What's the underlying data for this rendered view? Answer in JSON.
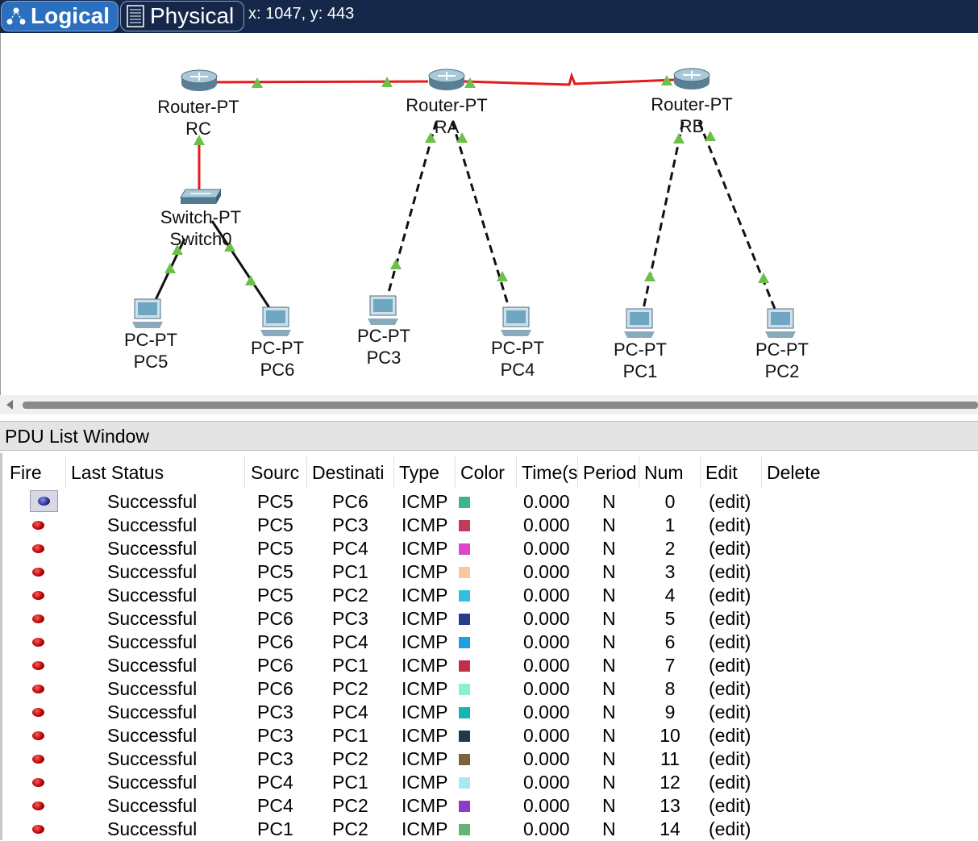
{
  "tabs": {
    "logical": "Logical",
    "physical": "Physical"
  },
  "cursor_coords": "x: 1047, y: 443",
  "topology": {
    "routers": [
      {
        "type": "Router-PT",
        "name": "RC"
      },
      {
        "type": "Router-PT",
        "name": "RA"
      },
      {
        "type": "Router-PT",
        "name": "RB"
      }
    ],
    "switch": {
      "type": "Switch-PT",
      "name": "Switch0"
    },
    "pcs": [
      {
        "type": "PC-PT",
        "name": "PC5"
      },
      {
        "type": "PC-PT",
        "name": "PC6"
      },
      {
        "type": "PC-PT",
        "name": "PC3"
      },
      {
        "type": "PC-PT",
        "name": "PC4"
      },
      {
        "type": "PC-PT",
        "name": "PC1"
      },
      {
        "type": "PC-PT",
        "name": "PC2"
      }
    ]
  },
  "pdu_window": {
    "title": "PDU List Window",
    "headers": [
      "Fire",
      "Last Status",
      "Sourc",
      "Destinati",
      "Type",
      "Color",
      "Time(s",
      "Period",
      "Num",
      "Edit",
      "Delete"
    ],
    "rows": [
      {
        "status": "Successful",
        "source": "PC5",
        "dest": "PC6",
        "type": "ICMP",
        "color": "#3cb48c",
        "time": "0.000",
        "periodic": "N",
        "num": "0",
        "edit": "(edit)"
      },
      {
        "status": "Successful",
        "source": "PC5",
        "dest": "PC3",
        "type": "ICMP",
        "color": "#c03c5a",
        "time": "0.000",
        "periodic": "N",
        "num": "1",
        "edit": "(edit)"
      },
      {
        "status": "Successful",
        "source": "PC5",
        "dest": "PC4",
        "type": "ICMP",
        "color": "#dc46c8",
        "time": "0.000",
        "periodic": "N",
        "num": "2",
        "edit": "(edit)"
      },
      {
        "status": "Successful",
        "source": "PC5",
        "dest": "PC1",
        "type": "ICMP",
        "color": "#f8c8a0",
        "time": "0.000",
        "periodic": "N",
        "num": "3",
        "edit": "(edit)"
      },
      {
        "status": "Successful",
        "source": "PC5",
        "dest": "PC2",
        "type": "ICMP",
        "color": "#32bedc",
        "time": "0.000",
        "periodic": "N",
        "num": "4",
        "edit": "(edit)"
      },
      {
        "status": "Successful",
        "source": "PC6",
        "dest": "PC3",
        "type": "ICMP",
        "color": "#283c8c",
        "time": "0.000",
        "periodic": "N",
        "num": "5",
        "edit": "(edit)"
      },
      {
        "status": "Successful",
        "source": "PC6",
        "dest": "PC4",
        "type": "ICMP",
        "color": "#1ea0e6",
        "time": "0.000",
        "periodic": "N",
        "num": "6",
        "edit": "(edit)"
      },
      {
        "status": "Successful",
        "source": "PC6",
        "dest": "PC1",
        "type": "ICMP",
        "color": "#c0304a",
        "time": "0.000",
        "periodic": "N",
        "num": "7",
        "edit": "(edit)"
      },
      {
        "status": "Successful",
        "source": "PC6",
        "dest": "PC2",
        "type": "ICMP",
        "color": "#8cf0c8",
        "time": "0.000",
        "periodic": "N",
        "num": "8",
        "edit": "(edit)"
      },
      {
        "status": "Successful",
        "source": "PC3",
        "dest": "PC4",
        "type": "ICMP",
        "color": "#14b4b4",
        "time": "0.000",
        "periodic": "N",
        "num": "9",
        "edit": "(edit)"
      },
      {
        "status": "Successful",
        "source": "PC3",
        "dest": "PC1",
        "type": "ICMP",
        "color": "#1e3c46",
        "time": "0.000",
        "periodic": "N",
        "num": "10",
        "edit": "(edit)"
      },
      {
        "status": "Successful",
        "source": "PC3",
        "dest": "PC2",
        "type": "ICMP",
        "color": "#7a643c",
        "time": "0.000",
        "periodic": "N",
        "num": "11",
        "edit": "(edit)"
      },
      {
        "status": "Successful",
        "source": "PC4",
        "dest": "PC1",
        "type": "ICMP",
        "color": "#aae6f8",
        "time": "0.000",
        "periodic": "N",
        "num": "12",
        "edit": "(edit)"
      },
      {
        "status": "Successful",
        "source": "PC4",
        "dest": "PC2",
        "type": "ICMP",
        "color": "#8c3cc8",
        "time": "0.000",
        "periodic": "N",
        "num": "13",
        "edit": "(edit)"
      },
      {
        "status": "Successful",
        "source": "PC1",
        "dest": "PC2",
        "type": "ICMP",
        "color": "#64b478",
        "time": "0.000",
        "periodic": "N",
        "num": "14",
        "edit": "(edit)"
      }
    ]
  }
}
